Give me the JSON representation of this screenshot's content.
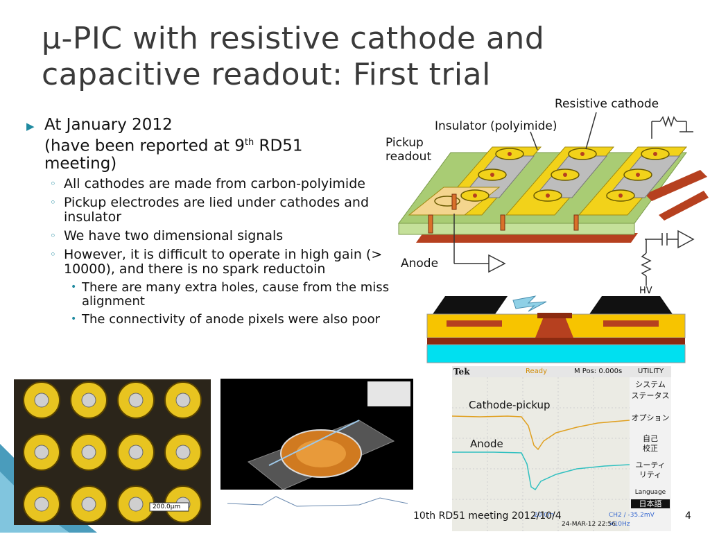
{
  "title": {
    "line1": "μ-PIC with resistive cathode and",
    "line2": "capacitive readout: First trial"
  },
  "bullets": {
    "main_line1": "At January 2012",
    "main_line2_pre": "(have been reported at 9",
    "main_line2_sup": "th",
    "main_line2_post": " RD51",
    "main_line3": "meeting)",
    "sub1": "All cathodes are made from carbon-polyimide",
    "sub2": "Pickup electrodes are lied under cathodes and insulator",
    "sub3": "We have two dimensional signals",
    "sub4": "However, it is difficult to operate in high gain (> 10000), and there is no spark reductoin",
    "subsub1": "There are many extra holes, cause from the miss alignment",
    "subsub2": "The connectivity of anode pixels were also poor"
  },
  "diagram": {
    "label_resistive": "Resistive cathode",
    "label_insulator": "Insulator (polyimide)",
    "label_pickup": "Pickup readout",
    "label_anode": "Anode",
    "label_hv": "HV"
  },
  "scope": {
    "brand": "Tek",
    "status": "Ready",
    "mpos": "M Pos: 0.000s",
    "utility": "UTILITY",
    "label_cathode": "Cathode-pickup",
    "label_anode": "Anode",
    "menu": [
      "システム",
      "ステータス",
      "オプション",
      "自己",
      "校正",
      "ユーティ",
      "リティ",
      "Language",
      "日本語"
    ],
    "ch2": "CH2 ∕ -35.2mV",
    "datetime": "24-MAR-12 22:56",
    "freq": "<10Hz",
    "timebase": "20.0m",
    "scale": "200.0μm"
  },
  "footer": {
    "text": "10th RD51 meeting   2012/10/4",
    "page": "4"
  },
  "colors": {
    "accent": "#1f8aa0",
    "yellow": "#f2d21a",
    "green": "#a9cc74",
    "brown": "#b6401f",
    "cyan": "#00e0f0"
  }
}
